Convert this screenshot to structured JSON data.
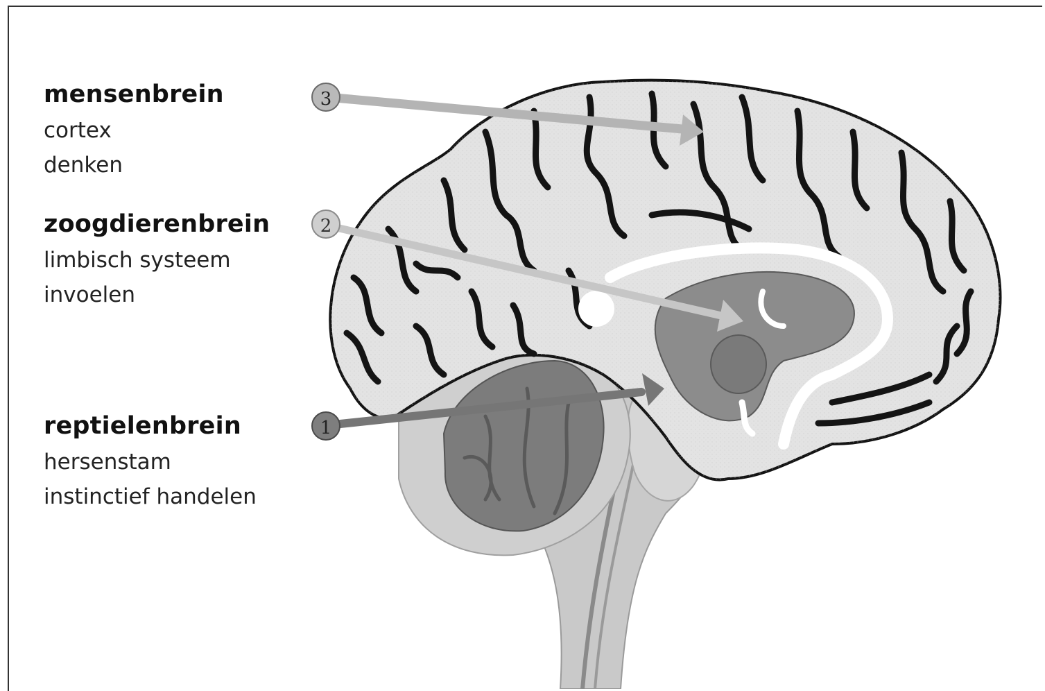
{
  "layers": [
    {
      "id": "human",
      "title": "mensenbrein",
      "lines": [
        "cortex",
        "denken"
      ],
      "marker": "3",
      "marker_color": "#b9b9b9",
      "arrow_color": "#b4b4b4"
    },
    {
      "id": "mammal",
      "title": "zoogdierenbrein",
      "lines": [
        "limbisch systeem",
        "invoelen"
      ],
      "marker": "2",
      "marker_color": "#cfcfcf",
      "arrow_color": "#c6c6c6"
    },
    {
      "id": "reptile",
      "title": "reptielenbrein",
      "lines": [
        "hersenstam",
        "instinctief handelen"
      ],
      "marker": "1",
      "marker_color": "#7e7e7e",
      "arrow_color": "#767676"
    }
  ],
  "colors": {
    "cortex_fill": "#e3e3e3",
    "sulcus": "#141414",
    "limbic_fill": "#8c8c8c",
    "cerebellum_fill": "#7c7c7c",
    "brainstem_fill": "#c9c9c9",
    "white_matter": "#ffffff"
  }
}
